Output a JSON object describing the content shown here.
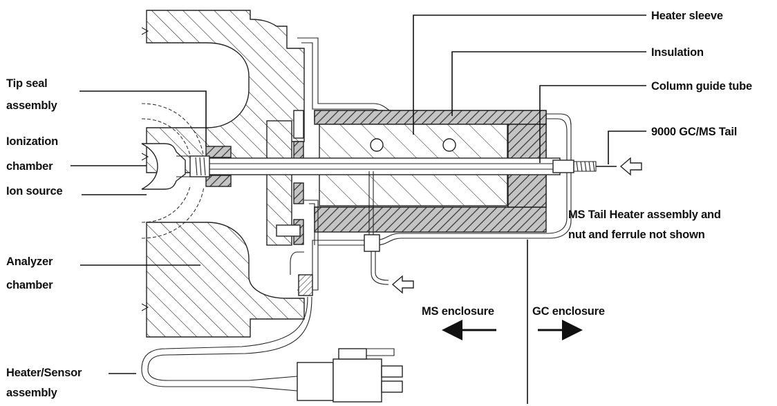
{
  "labels": {
    "heater_sleeve": "Heater sleeve",
    "insulation": "Insulation",
    "column_guide_tube": "Column guide tube",
    "tail": "9000 GC/MS Tail",
    "tip_seal_1": "Tip seal",
    "tip_seal_2": "assembly",
    "ionization_1": "Ionization",
    "ionization_2": "chamber",
    "ion_source": "Ion source",
    "analyzer_1": "Analyzer",
    "analyzer_2": "chamber",
    "heater_sensor_1": "Heater/Sensor",
    "heater_sensor_2": "assembly",
    "note_1": "MS Tail Heater assembly and",
    "note_2": "nut and ferrule not shown",
    "ms_enclosure": "MS enclosure",
    "gc_enclosure": "GC enclosure"
  },
  "colors": {
    "line": "#222222",
    "hatch_dark": "#4a4a4a",
    "insulation_fill": "#b0b0b0"
  }
}
